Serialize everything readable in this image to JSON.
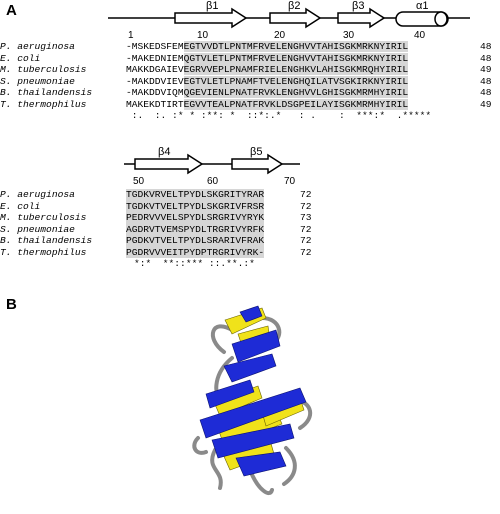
{
  "panel_a_label": "A",
  "panel_b_label": "B",
  "block1": {
    "ss_labels": [
      "β1",
      "β2",
      "β3",
      "α1"
    ],
    "ruler": [
      "1",
      "10",
      "20",
      "30",
      "40"
    ],
    "rows": [
      {
        "species": "P. aeruginosa",
        "pre": "-MSKEDSFEMEGTVVDTLPNTMFRVELENGHVVTAHISGKMRKNYIRIL",
        "hl": "",
        "post": "",
        "len": "48"
      },
      {
        "species": "E. coli",
        "pre": "-MAKEDNIEMQGTVLETLPNTMFRVELENGHVVTAHISGKMRKNYIRIL",
        "hl": "",
        "post": "",
        "len": "48"
      },
      {
        "species": "M. tuberculosis",
        "pre": "MAKKDGAIEVEGRVVEPLPNAMFRIELENGHKVLAHISGKMRQHYIRIL",
        "hl": "",
        "post": "",
        "len": "49"
      },
      {
        "species": "S. pneumoniae",
        "pre": "-MAKDDVIEVEGTVLETLPNAMFTVELENGHQILATVSGKIRKNYIRIL",
        "hl": "",
        "post": "",
        "len": "48"
      },
      {
        "species": "B. thailandensis",
        "pre": "-MAKDDVIQMQGEVIENLPNATFRVKLENGHVVLGHISGKMRMHYIRIL",
        "hl": "",
        "post": "",
        "len": "48"
      },
      {
        "species": "T. thermophilus",
        "pre": "MAKEKDTIRTEGVVTEALPNATFRVKLDSGPEILAYISGKMRMHYIRIL",
        "hl": "",
        "post": "",
        "len": "49"
      }
    ],
    "conservation": " :.  :. :* * :**: *  ::*:.*   : .    :  ***:*  .*****"
  },
  "block2": {
    "ss_labels": [
      "β4",
      "β5"
    ],
    "ruler": [
      "50",
      "60",
      "70"
    ],
    "rows": [
      {
        "species": "P. aeruginosa",
        "seq": "TGDKVRVELTPYDLSKGRITYRAR",
        "len": "72"
      },
      {
        "species": "E. coli",
        "seq": "TGDKVTVELTPYDLSKGRIVFRSR",
        "len": "72"
      },
      {
        "species": "M. tuberculosis",
        "seq": "PEDRVVVELSPYDLSRGRIVYRYK",
        "len": "73"
      },
      {
        "species": "S. pneumoniae",
        "seq": "AGDRVTVEMSPYDLTRGRIVYRFK",
        "len": "72"
      },
      {
        "species": "B. thailandensis",
        "seq": "PGDKVTVELTPYDLSRARIVFRAK",
        "len": "72"
      },
      {
        "species": "T. thermophilus",
        "seq": "PGDRVVVEITPYDPTRGRIVYRK-",
        "len": "72"
      }
    ],
    "conservation": "*:*  **::*** ::.**.:*"
  },
  "colors": {
    "helix_blue": "#1e2bd6",
    "strand_yellow": "#f0e21a",
    "loop_grey": "#8a8a8a",
    "highlight": "#d6d6d6"
  }
}
